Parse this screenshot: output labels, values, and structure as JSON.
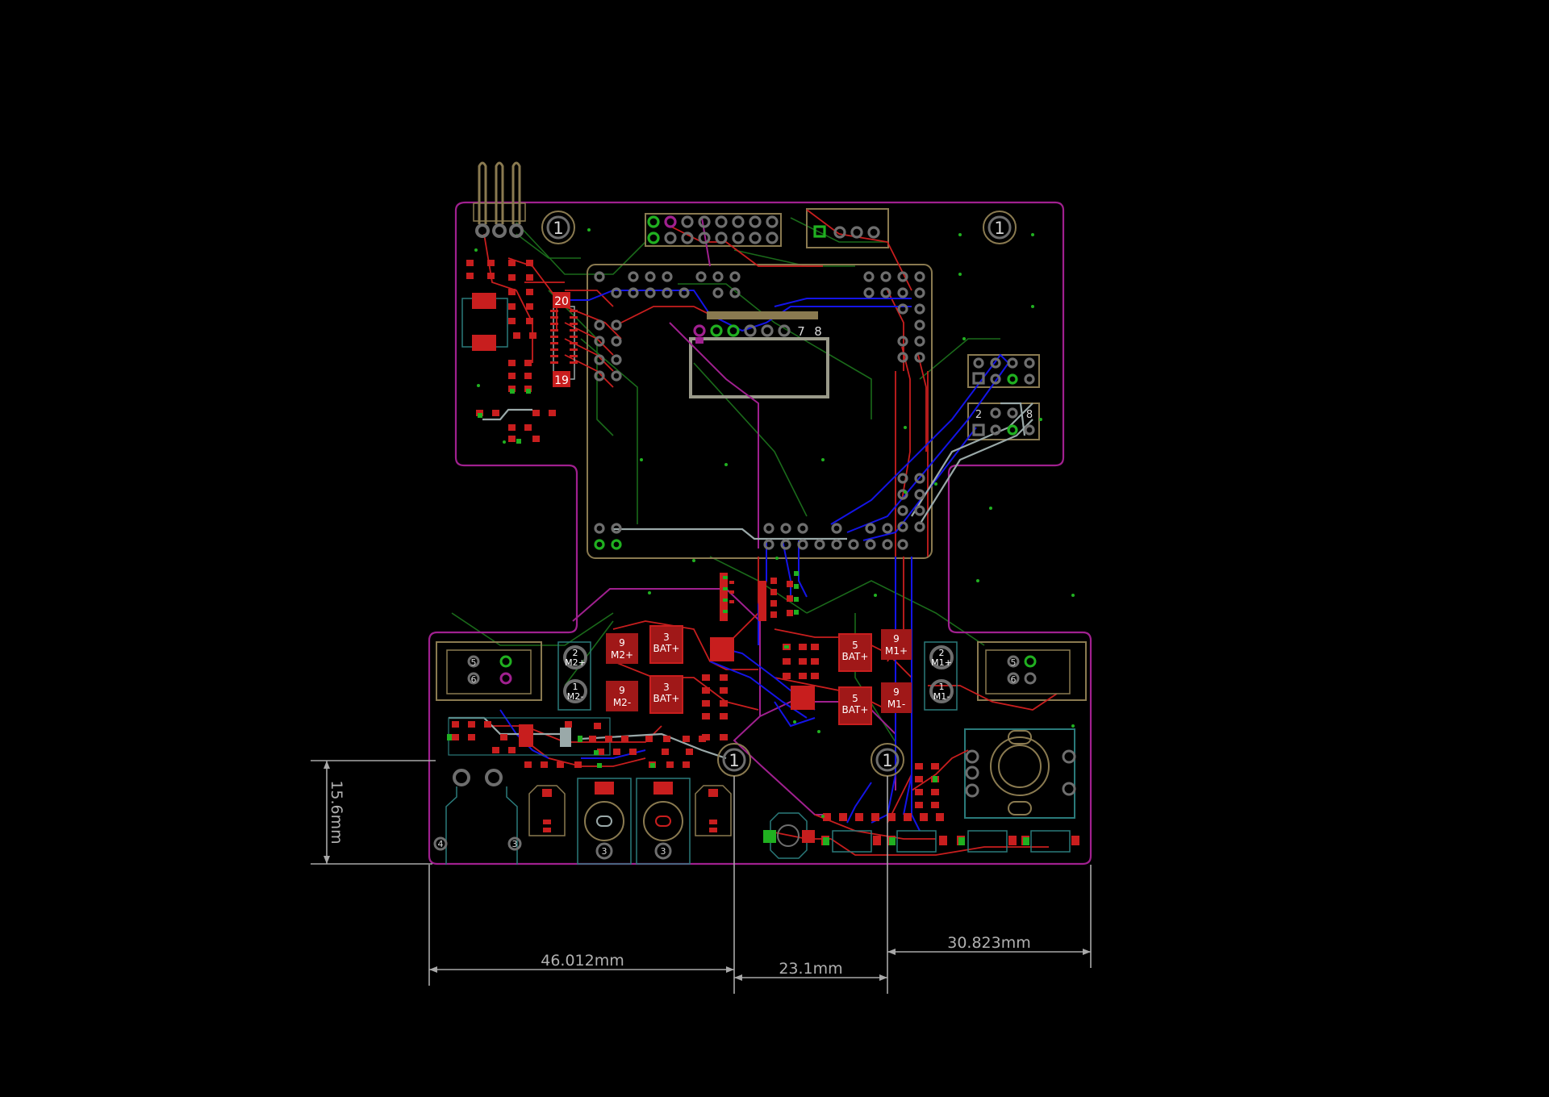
{
  "colors": {
    "background": "#000000",
    "outline": "#a0208f",
    "top_copper": "#c81e1e",
    "bottom_copper": "#1414e6",
    "silkscreen": "#b4b4b4",
    "via_ring": "#6e6e6e",
    "ground_trace": "#1a6a1a",
    "pad_green": "#20b020",
    "dimension": "#a8a8a8",
    "courtyard": "#8a7a50"
  },
  "dimensions": {
    "height_left": "15.6mm",
    "width_left": "46.012mm",
    "width_middle": "23.1mm",
    "width_right": "30.823mm"
  },
  "mounting_holes": {
    "top_left": "1",
    "top_right": "1",
    "bottom_center_left": "1",
    "bottom_center_right": "1"
  },
  "ic_pins": {
    "first": "20",
    "last": "19"
  },
  "fpc_connector_pins": {
    "a": "7",
    "b": "8"
  },
  "header_right": {
    "pin_a": "2",
    "pin_b": "8"
  },
  "motor_drivers_left": [
    {
      "pin": "9",
      "net": "M2+"
    },
    {
      "pin": "9",
      "net": "M2-"
    },
    {
      "pin": "3",
      "net": "BAT+"
    },
    {
      "pin": "3",
      "net": "BAT+"
    }
  ],
  "motor_drivers_right": [
    {
      "pin": "5",
      "net": "BAT+"
    },
    {
      "pin": "9",
      "net": "M1+"
    },
    {
      "pin": "5",
      "net": "BAT+"
    },
    {
      "pin": "9",
      "net": "M1-"
    }
  ],
  "motor_pads_left": [
    {
      "pin": "2",
      "net": "M2+"
    },
    {
      "pin": "1",
      "net": "M2-"
    }
  ],
  "motor_pads_right": [
    {
      "pin": "2",
      "net": "M1+"
    },
    {
      "pin": "1",
      "net": "M1-"
    }
  ],
  "connector_left": {
    "pin_a": "5",
    "pin_b": "6"
  },
  "connector_right": {
    "pin_a": "5",
    "pin_b": "6"
  },
  "audio_jack": {
    "pin_a": "4",
    "pin_b": "3"
  },
  "potentiometers": [
    {
      "pin": "3"
    },
    {
      "pin": "3"
    }
  ]
}
